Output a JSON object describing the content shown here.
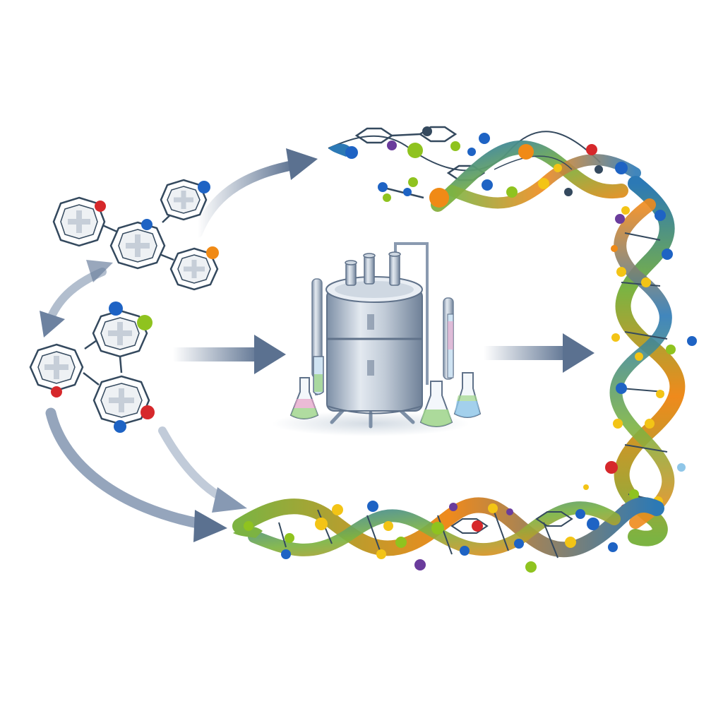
{
  "diagram": {
    "kind": "synthesis-cycle",
    "stages": [
      "monomer-molecules",
      "bioreactor",
      "dna-double-helix"
    ],
    "flows": [
      {
        "from": "molecules",
        "to": "helix-top",
        "style": "curved-arrow"
      },
      {
        "from": "molecules",
        "to": "reactor",
        "style": "straight-arrow"
      },
      {
        "from": "reactor",
        "to": "helix-right",
        "style": "straight-arrow"
      },
      {
        "from": "molecules",
        "to": "helix-bottom",
        "style": "curved-arrow"
      },
      {
        "from": "molecules",
        "to": "molecules",
        "style": "double-arrow"
      }
    ]
  },
  "colors": {
    "arrow": "#5b7190",
    "ring": "#34495e",
    "ring_fill": "#ffffff",
    "strand_green": "#7cb342",
    "strand_orange": "#ef8a1c",
    "strand_blue": "#2c79b5",
    "atom_blue": "#1e63c4",
    "atom_red": "#d6282b",
    "atom_orange": "#f08a16",
    "atom_green": "#8fc31f",
    "atom_yellow": "#f3c416",
    "atom_purple": "#6a3c9c",
    "steel_light": "#dfe6ee",
    "steel_dark": "#7d8fa6",
    "liquid_green": "#9fd58a",
    "liquid_blue": "#8fc6e8",
    "liquid_pink": "#e7a1c6"
  }
}
